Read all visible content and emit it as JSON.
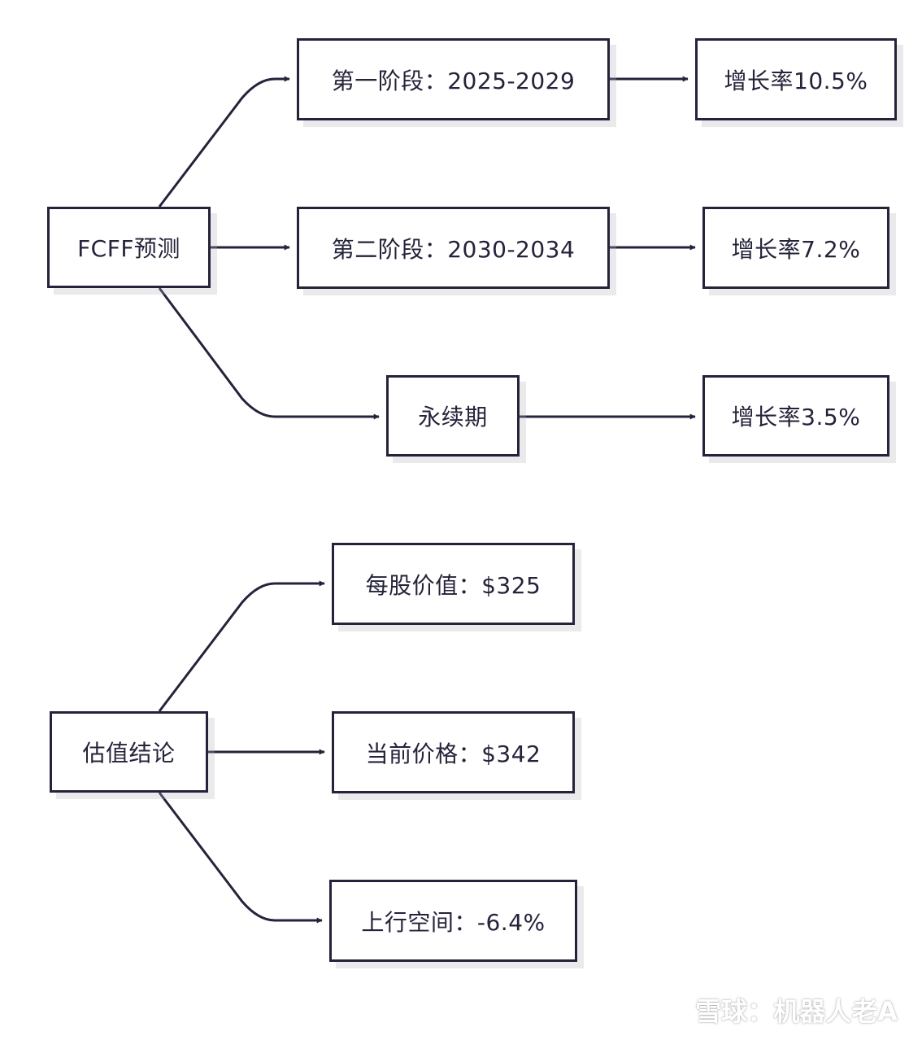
{
  "diagram_top": {
    "root": "FCFF预测",
    "stage1": "第一阶段：2025-2029",
    "stage2": "第二阶段：2030-2034",
    "stage3": "永续期",
    "rate1": "增长率10.5%",
    "rate2": "增长率7.2%",
    "rate3": "增长率3.5%"
  },
  "diagram_bottom": {
    "root": "估值结论",
    "value_per_share": "每股价值：$325",
    "current_price": "当前价格：$342",
    "upside": "上行空间：-6.4%"
  },
  "watermark": {
    "text": "雪球：机器人老A",
    "icon": "xueqiu-logo-icon"
  },
  "colors": {
    "stroke": "#24233a",
    "background": "#ffffff",
    "shadow": "#d6d6dc"
  }
}
